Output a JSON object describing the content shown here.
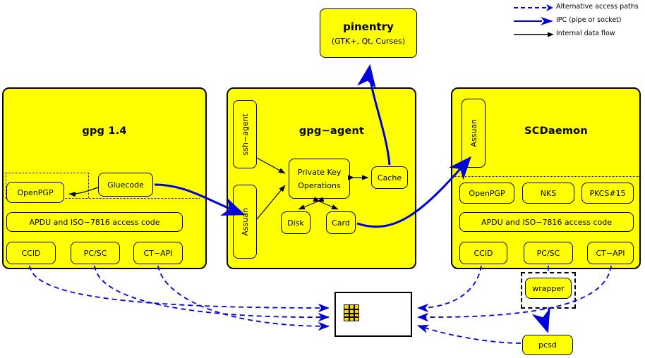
{
  "legend": {
    "items": [
      {
        "label": "Alternative access paths",
        "style": "dashed-blue-arrow",
        "color": "#0000dd"
      },
      {
        "label": "IPC (pipe or socket)",
        "style": "solid-blue-thick-arrow",
        "color": "#0000dd"
      },
      {
        "label": "Internal data flow",
        "style": "solid-black-arrow",
        "color": "#000000"
      }
    ]
  },
  "pinentry": {
    "title": "pinentry",
    "subtitle": "(GTK+, Qt, Curses)"
  },
  "gpg": {
    "title": "gpg 1.4",
    "gluecode": "Gluecode",
    "openpgp": "OpenPGP",
    "apdu": "APDU and ISO−7816 access code",
    "drivers": [
      "CCID",
      "PC/SC",
      "CT−API"
    ]
  },
  "gpgagent": {
    "title": "gpg−agent",
    "ssh_agent": "ssh−agent",
    "assuan": "Assuan",
    "private_key_ops_line1": "Private Key",
    "private_key_ops_line2": "Operations",
    "cache": "Cache",
    "disk": "Disk",
    "card": "Card"
  },
  "scdaemon": {
    "title": "SCDaemon",
    "assuan": "Assuan",
    "apps": [
      "OpenPGP",
      "NKS",
      "PKCS#15"
    ],
    "apdu": "APDU and ISO−7816 access code",
    "drivers": [
      "CCID",
      "PC/SC",
      "CT−API"
    ]
  },
  "wrapper": {
    "label": "wrapper"
  },
  "pcsd": {
    "label": "pcsd"
  },
  "smartcard": {
    "label": ""
  },
  "colors": {
    "node_fill": "#ffff00",
    "ipc_blue": "#0000dd",
    "internal_black": "#000000",
    "card_fill": "#ffffff",
    "chip_fill": "#ffd500"
  }
}
